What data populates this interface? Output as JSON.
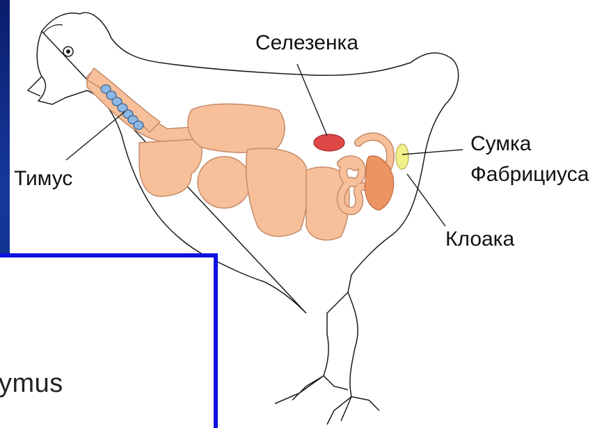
{
  "diagram": {
    "labels": {
      "spleen": "Селезенка",
      "thymus": "Тимус",
      "bursa_line1": "Сумка",
      "bursa_line2": "Фабрициуса",
      "cloaca": "Клоака"
    },
    "inset_fragment": "ymus",
    "colors": {
      "organ_fill": "#f7c09a",
      "organ_stroke": "#c48a68",
      "spleen": "#e04848",
      "thymus_beads": "#8cb8e6",
      "bursa": "#f2f08a",
      "rectum": "#ec9464",
      "inset_border": "#1010e0"
    },
    "icons": {
      "bird": "chicken-outline",
      "eye": "bird-eye-icon"
    }
  }
}
